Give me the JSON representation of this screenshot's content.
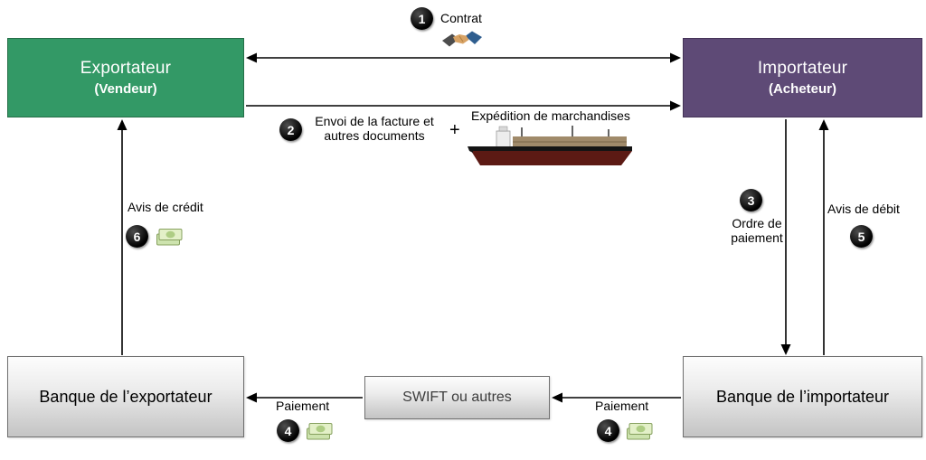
{
  "nodes": {
    "exporter": {
      "title": "Exportateur",
      "subtitle": "(Vendeur)"
    },
    "importer": {
      "title": "Importateur",
      "subtitle": "(Acheteur)"
    },
    "exporter_bank": {
      "label": "Banque de l’exportateur"
    },
    "importer_bank": {
      "label": "Banque de l’importateur"
    },
    "swift": {
      "label": "SWIFT ou autres"
    }
  },
  "steps": {
    "contract": {
      "number": "1",
      "label": "Contrat"
    },
    "documents": {
      "number": "2",
      "line1": "Envoi de la facture et",
      "line2": "autres documents",
      "plus": "+",
      "shipping_label": "Expédition de marchandises"
    },
    "payment_order": {
      "number": "3",
      "line1": "Ordre de",
      "line2": "paiement"
    },
    "payment_left": {
      "number": "4",
      "label": "Paiement"
    },
    "payment_right": {
      "number": "4",
      "label": "Paiement"
    },
    "debit_advice": {
      "number": "5",
      "label": "Avis de débit"
    },
    "credit_advice": {
      "number": "6",
      "label": "Avis de crédit"
    }
  },
  "icons": {
    "contract": "handshake-icon",
    "shipping": "cargo-ship-icon",
    "payment": "banknote-icon"
  },
  "colors": {
    "exporter_green": "#339966",
    "importer_purple": "#5E4A76",
    "badge_black": "#0D0D0D",
    "arrow_black": "#000000"
  }
}
